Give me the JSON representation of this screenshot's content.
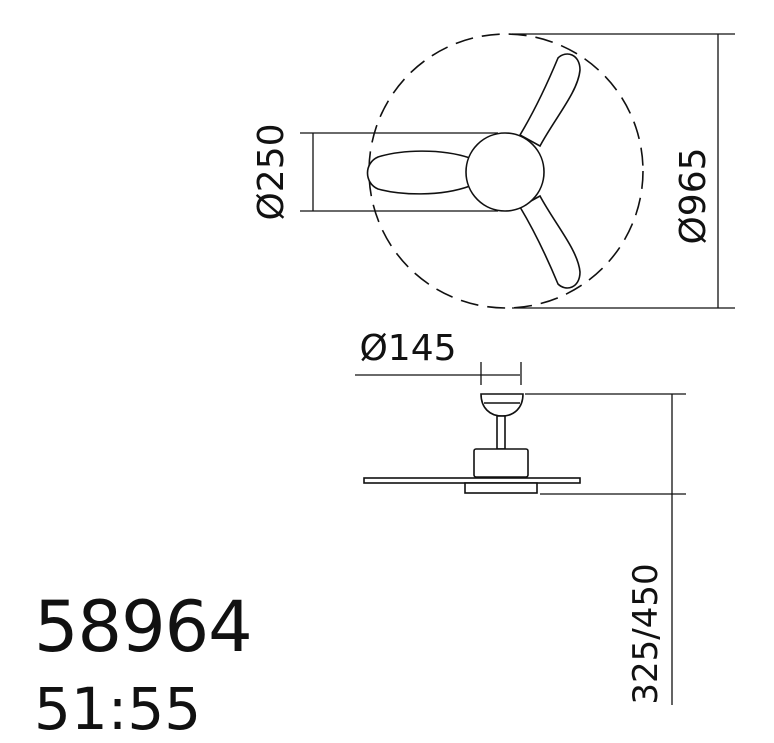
{
  "dimensions": {
    "blade_span": "Ø965",
    "blade_width": "Ø250",
    "canopy": "Ø145",
    "height": "325/450"
  },
  "product": {
    "code": "58964",
    "subcode": "51:55"
  },
  "colors": {
    "line": "#111111",
    "background": "#ffffff"
  }
}
